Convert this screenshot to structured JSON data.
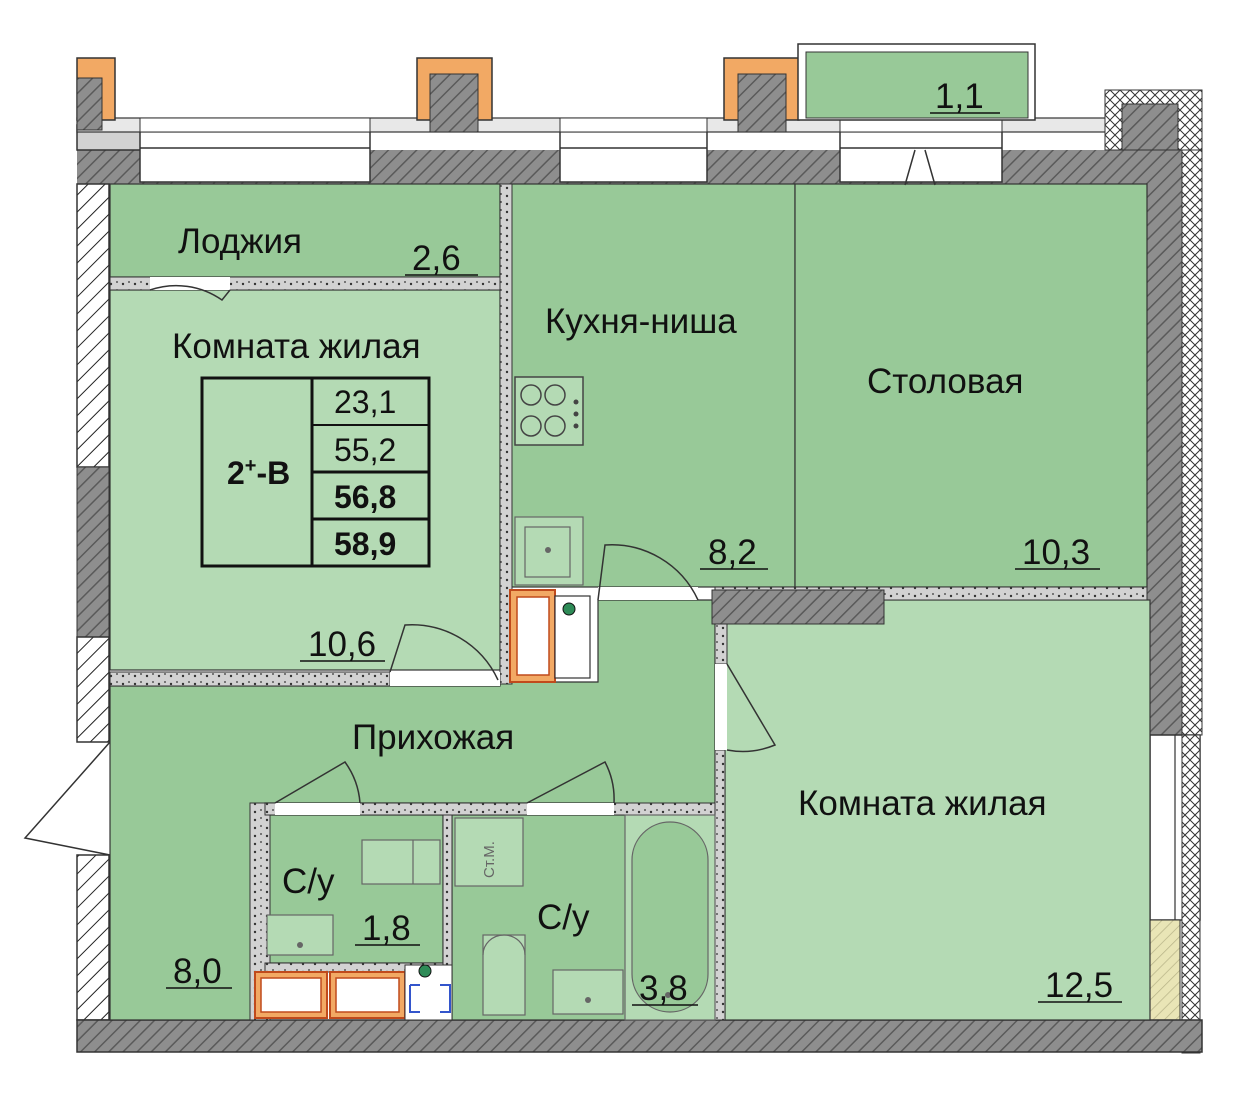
{
  "colors": {
    "room_dark": "#98c998",
    "room_light": "#b4dab4",
    "wall_outer": "#8e8e8e",
    "wall_inner": "#c8c8c8",
    "brick": "#f2a964",
    "bath_outline": "#c04a1c",
    "ventilation": "#e9e5b6"
  },
  "rooms": {
    "loggia": {
      "label": "Лоджия",
      "area": "2,6"
    },
    "balcony": {
      "area": "1,1"
    },
    "living1": {
      "label": "Комната жилая",
      "area": "10,6"
    },
    "kitchen": {
      "label": "Кухня-ниша",
      "area": "8,2"
    },
    "dining": {
      "label": "Столовая",
      "area": "10,3"
    },
    "hall": {
      "label": "Прихожая",
      "area": "8,0"
    },
    "wc1": {
      "label": "С/у",
      "area": "1,8"
    },
    "wc2": {
      "label": "С/у",
      "area": "3,8"
    },
    "living2": {
      "label": "Комната жилая",
      "area": "12,5"
    }
  },
  "summary": {
    "type": "2",
    "type_sup": "+",
    "type_suffix": "-В",
    "living_area": "23,1",
    "total_area": "55,2",
    "total_area_loggia": "56,8",
    "total_area_all": "58,9"
  },
  "fixtures": {
    "riser_label": "Ст.М."
  }
}
